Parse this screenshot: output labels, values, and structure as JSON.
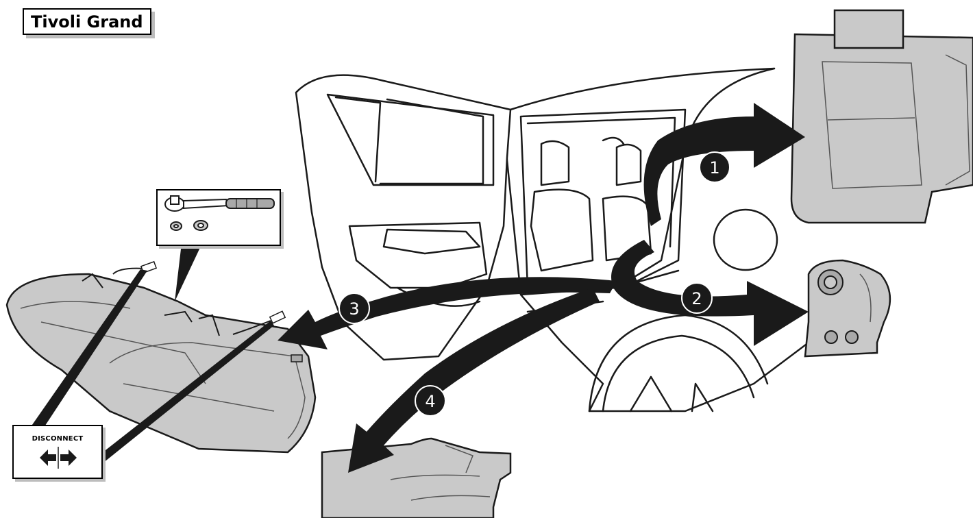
{
  "title": "Tivoli Grand",
  "disconnect_label": "DISCONNECT",
  "steps": [
    "1",
    "2",
    "3",
    "4"
  ],
  "colors": {
    "part_fill": "#c9c9c9",
    "part_shadow": "#a9a9a9",
    "outline": "#1a1a1a",
    "arrow": "#1a1a1a",
    "title_shadow": "#bdbdbd"
  },
  "parts": [
    "rear-seat-backrest",
    "seat-bracket",
    "rear-seat-cushion",
    "side-trim-panel"
  ],
  "icons": [
    "ratchet-wrench-icon",
    "socket-icon",
    "disconnect-arrows-icon"
  ]
}
